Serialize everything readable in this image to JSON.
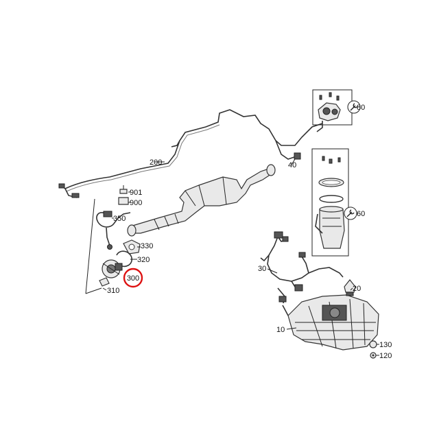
{
  "diagram": {
    "labels": {
      "p10": "10",
      "p20": "20",
      "p30": "30",
      "p40": "40",
      "p60": "60",
      "p80": "80",
      "p120": "120",
      "p130": "130",
      "p200": "200",
      "p300": "300",
      "p310": "310",
      "p320": "320",
      "p330": "330",
      "p350": "350",
      "p900": "900",
      "p901": "901"
    },
    "highlighted_part": "300",
    "highlight_color": "#d11111",
    "icons": [
      "wrench-icon",
      "wrench-icon"
    ]
  }
}
